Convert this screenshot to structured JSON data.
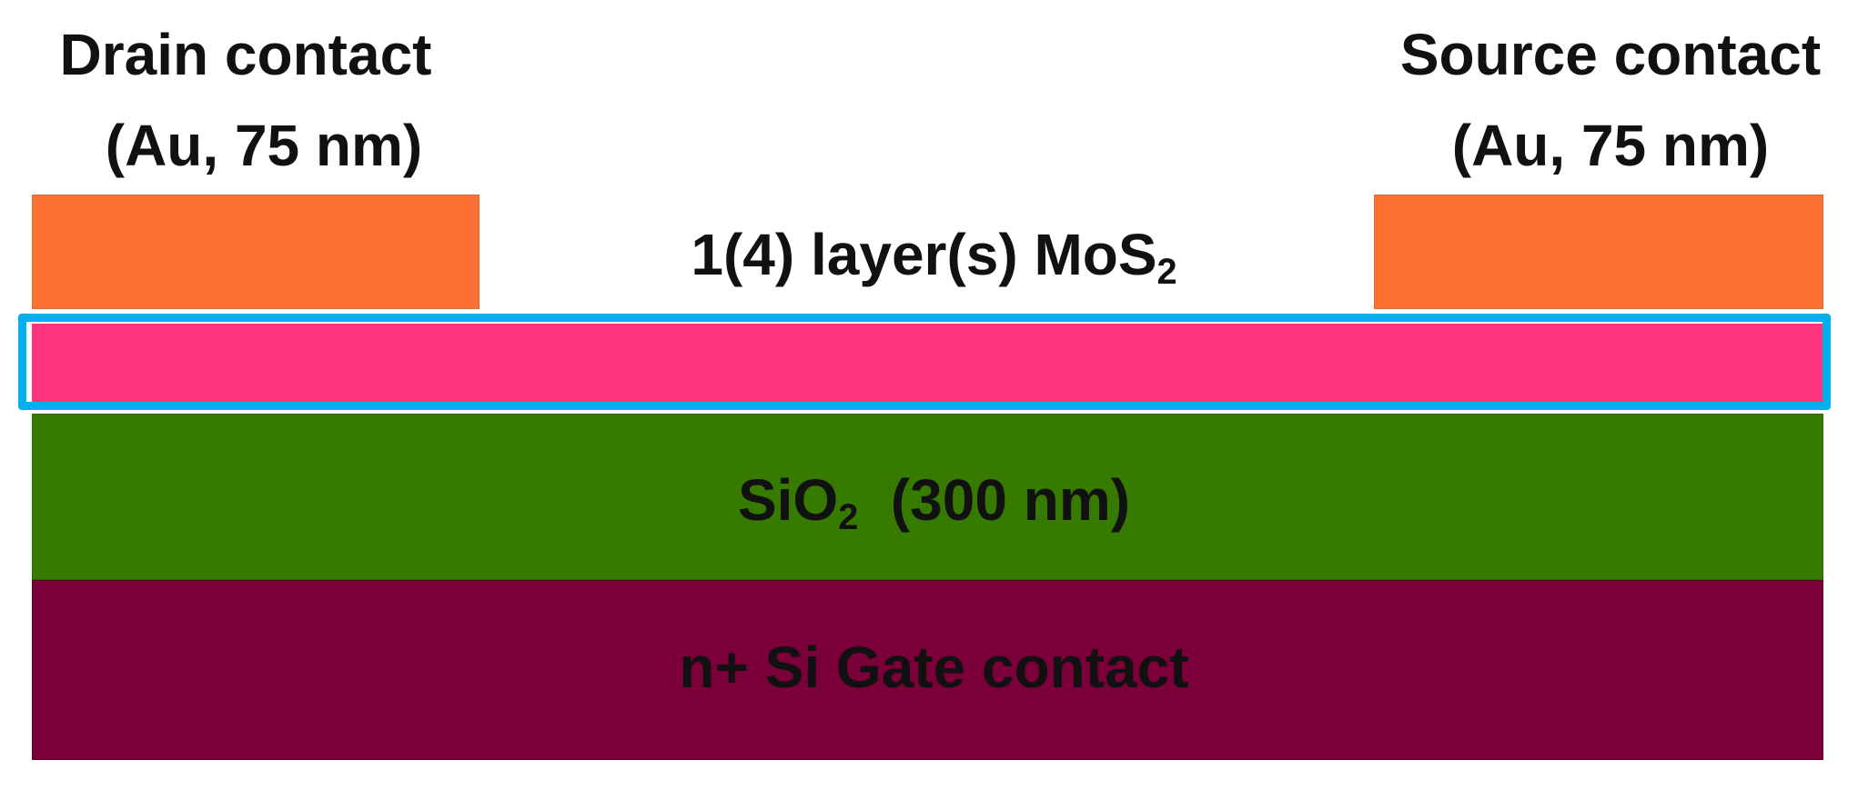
{
  "diagram": {
    "drain_contact": {
      "label_line1": "Drain contact",
      "label_line2": "(Au, 75 nm)",
      "color": "#ff7133"
    },
    "source_contact": {
      "label_line1": "Source contact",
      "label_line2": "(Au, 75 nm)",
      "color": "#ff7133"
    },
    "mos2_layer": {
      "label_main": "1(4) layer(s) MoS",
      "label_subscript": "2",
      "color": "#ff347f",
      "outline_color": "#00b0ee"
    },
    "sio2_layer": {
      "label_prefix": "SiO",
      "label_subscript": "2",
      "label_suffix": "(300 nm)",
      "color": "#367a00"
    },
    "gate_layer": {
      "label": "n+ Si Gate contact",
      "color": "#7b003a"
    }
  }
}
